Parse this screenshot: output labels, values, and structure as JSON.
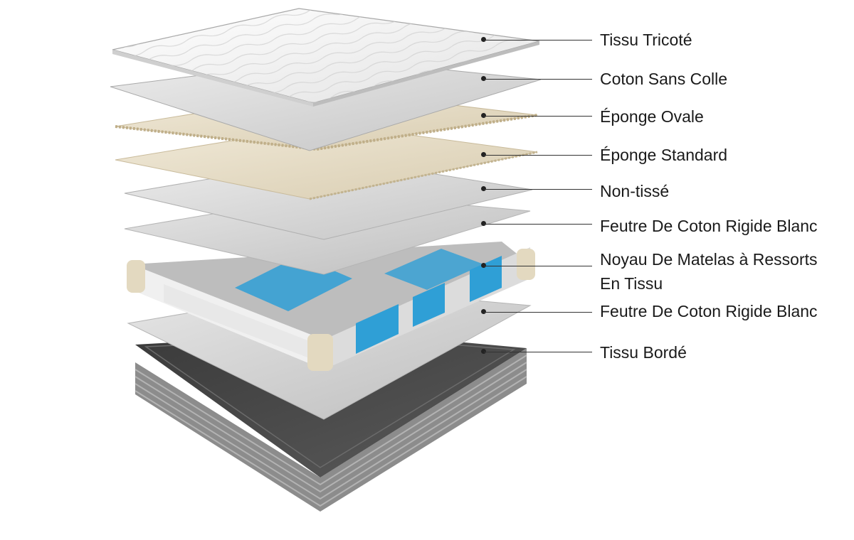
{
  "layers": [
    {
      "label": "Tissu Tricoté"
    },
    {
      "label": "Coton Sans Colle"
    },
    {
      "label": "Éponge Ovale"
    },
    {
      "label": "Éponge Standard"
    },
    {
      "label": "Non-tissé"
    },
    {
      "label": "Feutre De Coton Rigide Blanc"
    },
    {
      "label": "Noyau De Matelas à Ressorts",
      "label_line2": "En Tissu"
    },
    {
      "label": "Feutre De Coton Rigide Blanc"
    },
    {
      "label": "Tissu Bordé"
    }
  ],
  "colors": {
    "knit_fabric": "#f4f4f4",
    "cotton": "#d6d6d6",
    "foam": "#e6dcc6",
    "felt": "#c9c9c9",
    "spring_blue": "#2f9fd6",
    "spring_white": "#f2f2f2",
    "spring_grey": "#a9a9a9",
    "border_fabric": "#8a8a8a",
    "base_top": "#4a4a4a"
  }
}
